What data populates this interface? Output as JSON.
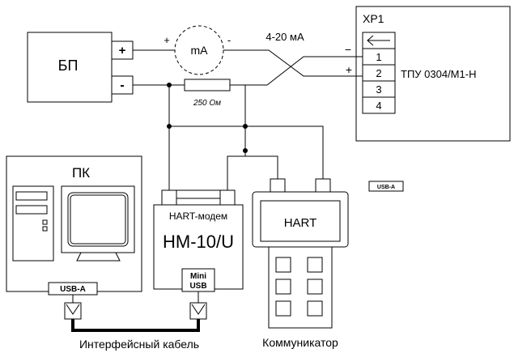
{
  "power_supply": {
    "label": "БП",
    "plus": "+",
    "minus": "-"
  },
  "milliammeter": {
    "label": "mA",
    "plus": "+",
    "minus": "-"
  },
  "current_range": "4-20 мА",
  "connector": {
    "title": "ХР1",
    "pins": [
      "1",
      "2",
      "3",
      "4"
    ],
    "minus": "−",
    "plus": "+"
  },
  "transmitter": {
    "label": "ТПУ 0304/М1-Н"
  },
  "resistor": {
    "label": "250 Ом"
  },
  "pc": {
    "label": "ПК",
    "port": "USB-A"
  },
  "hart_modem": {
    "title": "HART-модем",
    "model": "HM-10/U",
    "port_line1": "Mini",
    "port_line2": "USB"
  },
  "communicator": {
    "screen": "HART",
    "caption": "Коммуникатор"
  },
  "cable": {
    "caption": "Интерфейсный кабель"
  },
  "floating_tag": "USB-A"
}
